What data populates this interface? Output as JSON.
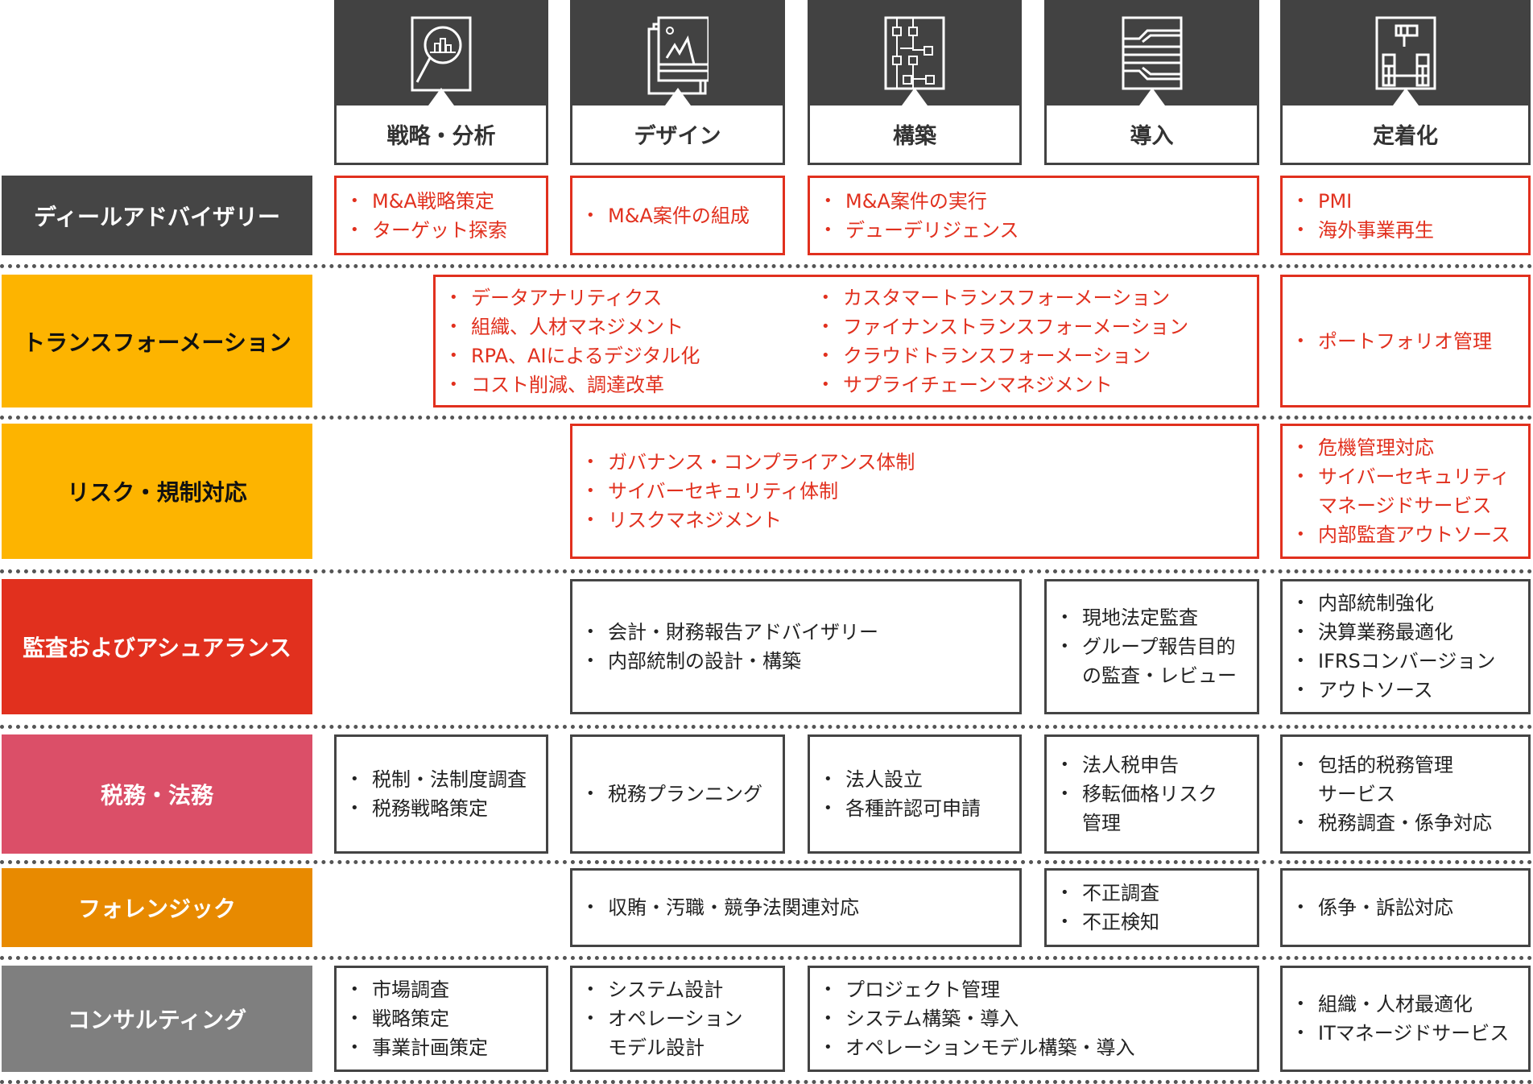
{
  "header": {
    "phases": [
      {
        "label": "戦略・分析",
        "icon": "magnifier-chart-icon"
      },
      {
        "label": "デザイン",
        "icon": "image-design-icon"
      },
      {
        "label": "構築",
        "icon": "circuit-build-icon"
      },
      {
        "label": "導入",
        "icon": "layers-implement-icon"
      },
      {
        "label": "定着化",
        "icon": "blocks-establish-icon"
      }
    ]
  },
  "colors": {
    "red": "#E1301E",
    "dark": "#424242"
  },
  "rows": [
    {
      "label": "ディールアドバイザリー",
      "bg": "#454545",
      "fg": "#ffffff",
      "red": true,
      "cells": [
        {
          "items": [
            "M&A戦略策定",
            "ターゲット探索"
          ]
        },
        {
          "items": [
            "M&A案件の組成"
          ]
        },
        {
          "items": [
            "M&A案件の実行",
            "デューデリジェンス"
          ]
        },
        {
          "items": [
            "PMI",
            "海外事業再生"
          ]
        }
      ]
    },
    {
      "label": "トランスフォーメーション",
      "bg": "#FDB400",
      "fg": "#111111",
      "red": true,
      "cells": [
        {
          "columns": [
            [
              "データアナリティクス",
              "組織、人材マネジメント",
              "RPA、AIによるデジタル化",
              "コスト削減、調達改革"
            ],
            [
              "カスタマートランスフォーメーション",
              "ファイナンストランスフォーメーション",
              "クラウドトランスフォーメーション",
              "サプライチェーンマネジメント"
            ]
          ]
        },
        {
          "items": [
            "ポートフォリオ管理"
          ]
        }
      ]
    },
    {
      "label": "リスク・規制対応",
      "bg": "#FDB400",
      "fg": "#111111",
      "red": true,
      "cells": [
        {
          "items": [
            "ガバナンス・コンプライアンス体制",
            "サイバーセキュリティ体制",
            "リスクマネジメント"
          ]
        },
        {
          "items": [
            "危機管理対応",
            "サイバーセキュリティ\nマネージドサービス",
            "内部監査アウトソース"
          ]
        }
      ]
    },
    {
      "label": "監査およびアシュアランス",
      "bg": "#E1301E",
      "fg": "#ffffff",
      "red": false,
      "cells": [
        {
          "items": [
            "会計・財務報告アドバイザリー",
            "内部統制の設計・構築"
          ]
        },
        {
          "items": [
            "現地法定監査",
            "グループ報告目的\nの監査・レビュー"
          ]
        },
        {
          "items": [
            "内部統制強化",
            "決算業務最適化",
            "IFRSコンバージョン",
            "アウトソース"
          ]
        }
      ]
    },
    {
      "label": "税務・法務",
      "bg": "#DB4F68",
      "fg": "#ffffff",
      "red": false,
      "cells": [
        {
          "items": [
            "税制・法制度調査",
            "税務戦略策定"
          ]
        },
        {
          "items": [
            "税務プランニング"
          ]
        },
        {
          "items": [
            "法人設立",
            "各種許認可申請"
          ]
        },
        {
          "items": [
            "法人税申告",
            "移転価格リスク\n管理"
          ]
        },
        {
          "items": [
            "包括的税務管理\nサービス",
            "税務調査・係争対応"
          ]
        }
      ]
    },
    {
      "label": "フォレンジック",
      "bg": "#E88A00",
      "fg": "#ffffff",
      "red": false,
      "cells": [
        {
          "items": [
            "収賄・汚職・競争法関連対応"
          ]
        },
        {
          "items": [
            "不正調査",
            "不正検知"
          ]
        },
        {
          "items": [
            "係争・訴訟対応"
          ]
        }
      ]
    },
    {
      "label": "コンサルティング",
      "bg": "#7F7F7F",
      "fg": "#ffffff",
      "red": false,
      "cells": [
        {
          "items": [
            "市場調査",
            "戦略策定",
            "事業計画策定"
          ]
        },
        {
          "items": [
            "システム設計",
            "オペレーション\nモデル設計"
          ]
        },
        {
          "items": [
            "プロジェクト管理",
            "システム構築・導入",
            "オペレーションモデル構築・導入"
          ]
        },
        {
          "items": [
            "組織・人材最適化",
            "ITマネージドサービス"
          ]
        }
      ]
    }
  ]
}
